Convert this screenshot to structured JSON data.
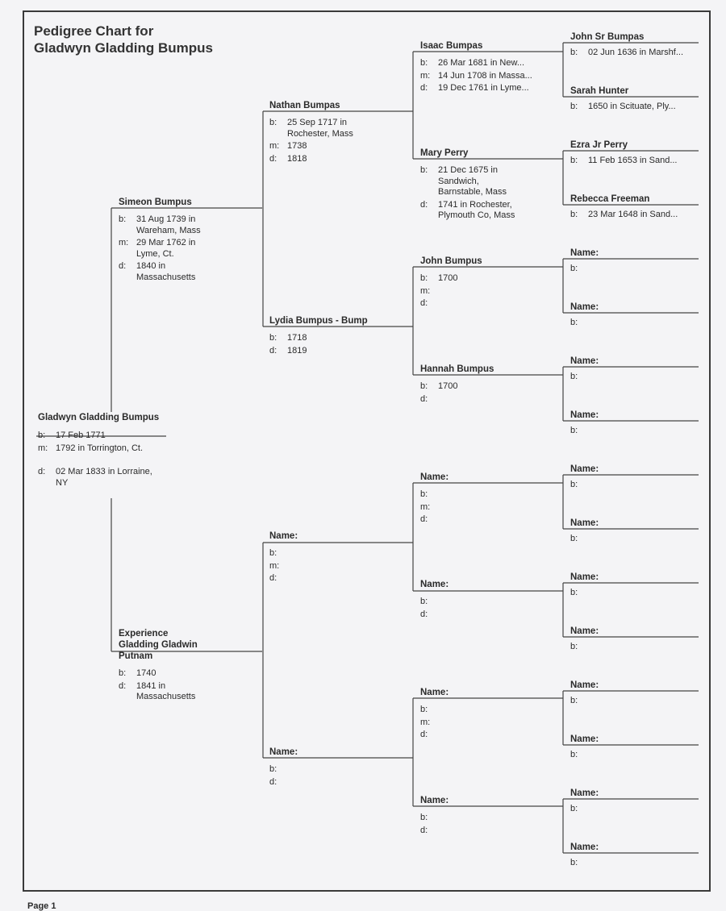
{
  "title_line1": "Pedigree Chart for",
  "title_line2": "Gladwyn Gladding Bumpus",
  "footer": "Page 1",
  "people": {
    "root": {
      "name": "Gladwyn Gladding Bumpus",
      "facts": [
        {
          "label": "b:",
          "value": "17 Feb 1771"
        },
        {
          "label": "m:",
          "value": "1792 in Torrington, Ct."
        },
        {
          "label": "d:",
          "value": "02 Mar 1833 in Lorraine, NY"
        }
      ]
    },
    "father": {
      "name": "Simeon Bumpus",
      "facts": [
        {
          "label": "b:",
          "value": "31 Aug 1739 in Wareham, Mass"
        },
        {
          "label": "m:",
          "value": "29 Mar 1762 in Lyme, Ct."
        },
        {
          "label": "d:",
          "value": "1840 in Massachusetts"
        }
      ]
    },
    "mother": {
      "name": "Experience Gladding Gladwin Putnam",
      "facts": [
        {
          "label": "b:",
          "value": "1740"
        },
        {
          "label": "d:",
          "value": "1841 in Massachusetts"
        }
      ]
    },
    "pf": {
      "name": "Nathan Bumpas",
      "facts": [
        {
          "label": "b:",
          "value": "25 Sep 1717 in Rochester, Mass"
        },
        {
          "label": "m:",
          "value": "1738"
        },
        {
          "label": "d:",
          "value": "1818"
        }
      ]
    },
    "pm": {
      "name": "Lydia Bumpus - Bump",
      "facts": [
        {
          "label": "b:",
          "value": "1718"
        },
        {
          "label": "d:",
          "value": "1819"
        }
      ]
    },
    "mf": {
      "name": "Name:",
      "facts": [
        {
          "label": "b:",
          "value": ""
        },
        {
          "label": "m:",
          "value": ""
        },
        {
          "label": "d:",
          "value": ""
        }
      ]
    },
    "mm": {
      "name": "Name:",
      "facts": [
        {
          "label": "b:",
          "value": ""
        },
        {
          "label": "d:",
          "value": ""
        }
      ]
    },
    "ggf1": {
      "name": "Isaac Bumpas",
      "facts": [
        {
          "label": "b:",
          "value": "26 Mar 1681 in New..."
        },
        {
          "label": "m:",
          "value": "14 Jun 1708 in Massa..."
        },
        {
          "label": "d:",
          "value": "19 Dec 1761 in Lyme..."
        }
      ]
    },
    "ggm1": {
      "name": "Mary Perry",
      "facts": [
        {
          "label": "b:",
          "value": "21 Dec 1675 in Sandwich, Barnstable, Mass"
        },
        {
          "label": "d:",
          "value": "1741 in Rochester, Plymouth Co, Mass"
        }
      ]
    },
    "ggf2": {
      "name": "John Bumpus",
      "facts": [
        {
          "label": "b:",
          "value": "1700"
        },
        {
          "label": "m:",
          "value": ""
        },
        {
          "label": "d:",
          "value": ""
        }
      ]
    },
    "ggm2": {
      "name": "Hannah Bumpus",
      "facts": [
        {
          "label": "b:",
          "value": "1700"
        },
        {
          "label": "d:",
          "value": ""
        }
      ]
    },
    "ggf3": {
      "name": "Name:",
      "facts": [
        {
          "label": "b:",
          "value": ""
        },
        {
          "label": "m:",
          "value": ""
        },
        {
          "label": "d:",
          "value": ""
        }
      ]
    },
    "ggm3": {
      "name": "Name:",
      "facts": [
        {
          "label": "b:",
          "value": ""
        },
        {
          "label": "d:",
          "value": ""
        }
      ]
    },
    "ggf4": {
      "name": "Name:",
      "facts": [
        {
          "label": "b:",
          "value": ""
        },
        {
          "label": "m:",
          "value": ""
        },
        {
          "label": "d:",
          "value": ""
        }
      ]
    },
    "ggm4": {
      "name": "Name:",
      "facts": [
        {
          "label": "b:",
          "value": ""
        },
        {
          "label": "d:",
          "value": ""
        }
      ]
    },
    "g1": {
      "name": "John Sr Bumpas",
      "facts": [
        {
          "label": "b:",
          "value": "02 Jun 1636 in Marshf..."
        }
      ]
    },
    "g2": {
      "name": "Sarah Hunter",
      "facts": [
        {
          "label": "b:",
          "value": "1650 in Scituate, Ply..."
        }
      ]
    },
    "g3": {
      "name": "Ezra Jr Perry",
      "facts": [
        {
          "label": "b:",
          "value": "11 Feb 1653 in Sand..."
        }
      ]
    },
    "g4": {
      "name": "Rebecca Freeman",
      "facts": [
        {
          "label": "b:",
          "value": "23 Mar 1648 in Sand..."
        }
      ]
    },
    "g5": {
      "name": "Name:",
      "facts": [
        {
          "label": "b:",
          "value": ""
        }
      ]
    },
    "g6": {
      "name": "Name:",
      "facts": [
        {
          "label": "b:",
          "value": ""
        }
      ]
    },
    "g7": {
      "name": "Name:",
      "facts": [
        {
          "label": "b:",
          "value": ""
        }
      ]
    },
    "g8": {
      "name": "Name:",
      "facts": [
        {
          "label": "b:",
          "value": ""
        }
      ]
    },
    "g9": {
      "name": "Name:",
      "facts": [
        {
          "label": "b:",
          "value": ""
        }
      ]
    },
    "g10": {
      "name": "Name:",
      "facts": [
        {
          "label": "b:",
          "value": ""
        }
      ]
    },
    "g11": {
      "name": "Name:",
      "facts": [
        {
          "label": "b:",
          "value": ""
        }
      ]
    },
    "g12": {
      "name": "Name:",
      "facts": [
        {
          "label": "b:",
          "value": ""
        }
      ]
    },
    "g13": {
      "name": "Name:",
      "facts": [
        {
          "label": "b:",
          "value": ""
        }
      ]
    },
    "g14": {
      "name": "Name:",
      "facts": [
        {
          "label": "b:",
          "value": ""
        }
      ]
    },
    "g15": {
      "name": "Name:",
      "facts": [
        {
          "label": "b:",
          "value": ""
        }
      ]
    },
    "g16": {
      "name": "Name:",
      "facts": [
        {
          "label": "b:",
          "value": ""
        }
      ]
    }
  }
}
